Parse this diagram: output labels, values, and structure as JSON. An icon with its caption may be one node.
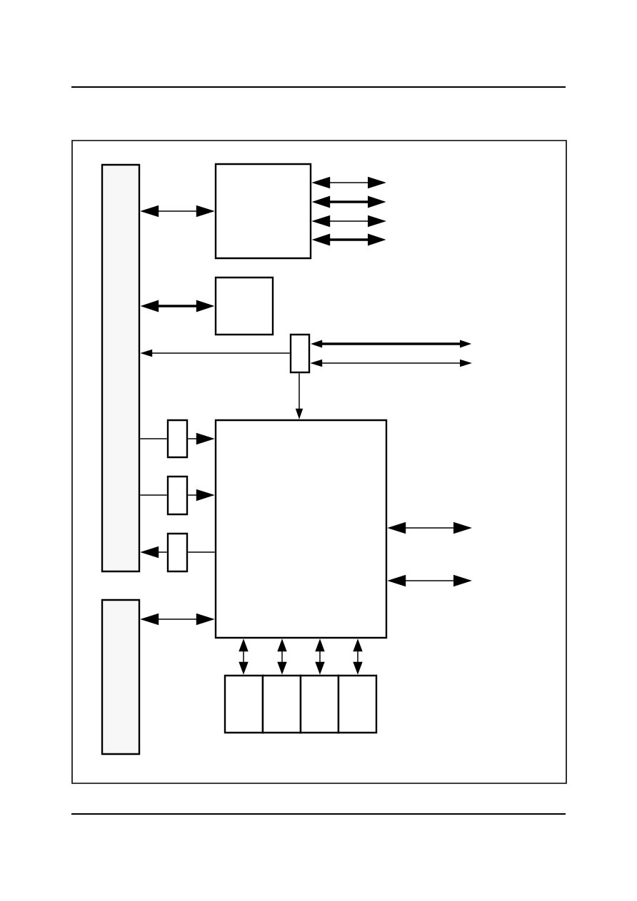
{
  "diagram": {
    "nodes": [
      {
        "text": [],
        "shape": "bar"
      },
      {
        "text": [],
        "shape": "box"
      },
      {
        "text": [],
        "shape": "box"
      },
      {
        "text": [],
        "shape": "box"
      },
      {
        "text": [],
        "shape": "box"
      },
      {
        "text": [],
        "shape": "box"
      },
      {
        "text": [],
        "shape": "box"
      },
      {
        "text": [],
        "shape": "box"
      },
      {
        "text": [],
        "shape": "bar"
      },
      {
        "text": [],
        "shape": "box"
      },
      {
        "text": [],
        "shape": "box"
      },
      {
        "text": [],
        "shape": "box"
      },
      {
        "text": [],
        "shape": "box"
      }
    ],
    "edges": [
      {
        "from": 0,
        "to": 1,
        "arrow": "both"
      },
      {
        "from": 1,
        "to": null,
        "arrow": "both"
      },
      {
        "from": 1,
        "to": null,
        "arrow": "both",
        "style": "thick"
      },
      {
        "from": 1,
        "to": null,
        "arrow": "both"
      },
      {
        "from": 1,
        "to": null,
        "arrow": "both",
        "style": "thick"
      },
      {
        "from": 0,
        "to": 2,
        "arrow": "both",
        "style": "thick"
      },
      {
        "from": 3,
        "to": 0,
        "arrow": "to"
      },
      {
        "from": 3,
        "to": null,
        "arrow": "both",
        "style": "thick"
      },
      {
        "from": 3,
        "to": null,
        "arrow": "both"
      },
      {
        "from": 3,
        "to": 7,
        "arrow": "to"
      },
      {
        "from": 0,
        "to": 4,
        "arrow": "none"
      },
      {
        "from": 4,
        "to": 7,
        "arrow": "to"
      },
      {
        "from": 0,
        "to": 5,
        "arrow": "none"
      },
      {
        "from": 5,
        "to": 7,
        "arrow": "to"
      },
      {
        "from": 7,
        "to": 6,
        "arrow": "none"
      },
      {
        "from": 6,
        "to": 0,
        "arrow": "to"
      },
      {
        "from": 7,
        "to": null,
        "arrow": "both"
      },
      {
        "from": 7,
        "to": null,
        "arrow": "both"
      },
      {
        "from": 8,
        "to": 7,
        "arrow": "both"
      },
      {
        "from": 7,
        "to": 9,
        "arrow": "both"
      },
      {
        "from": 7,
        "to": 10,
        "arrow": "both"
      },
      {
        "from": 7,
        "to": 11,
        "arrow": "both"
      },
      {
        "from": 7,
        "to": 12,
        "arrow": "both"
      }
    ]
  }
}
